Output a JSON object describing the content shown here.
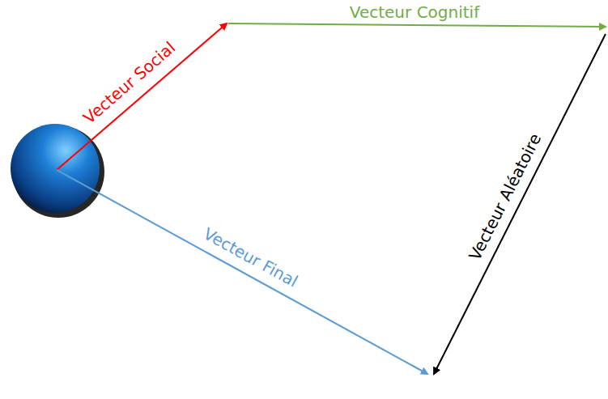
{
  "diagram": {
    "labels": [
      "Vecteur Social",
      "Vecteur Cognitif",
      "Vecteur Aléatoire",
      "Vecteur Final"
    ]
  }
}
